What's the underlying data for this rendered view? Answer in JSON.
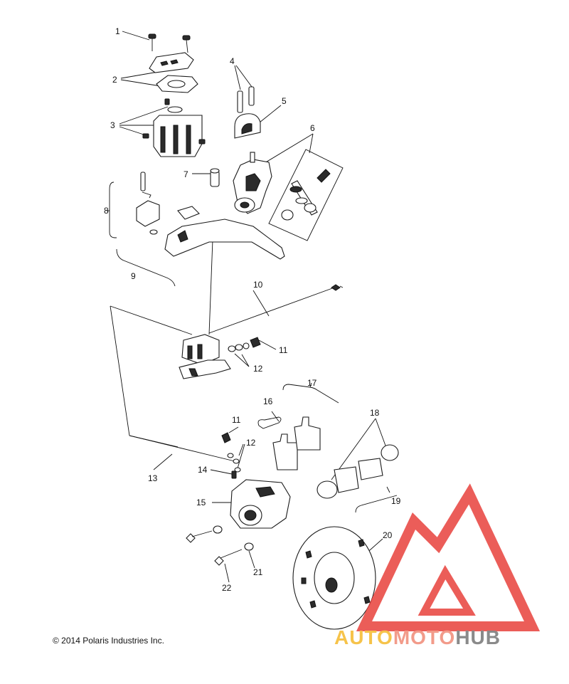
{
  "copyright": "© 2014 Polaris Industries Inc.",
  "watermark": {
    "auto": "AUTO",
    "moto": "MOTO",
    "hub": "HUB",
    "colors": {
      "auto": "#f6c34a",
      "moto": "#f29b8a",
      "hub": "#8a8a8a",
      "logo": "#e8413c"
    }
  },
  "callouts": [
    {
      "id": "c1",
      "text": "1"
    },
    {
      "id": "c2",
      "text": "2"
    },
    {
      "id": "c3",
      "text": "3"
    },
    {
      "id": "c4",
      "text": "4"
    },
    {
      "id": "c5",
      "text": "5"
    },
    {
      "id": "c6",
      "text": "6"
    },
    {
      "id": "c7",
      "text": "7"
    },
    {
      "id": "c8",
      "text": "8"
    },
    {
      "id": "c9",
      "text": "9"
    },
    {
      "id": "c10",
      "text": "10"
    },
    {
      "id": "c11a",
      "text": "11"
    },
    {
      "id": "c12a",
      "text": "12"
    },
    {
      "id": "c11b",
      "text": "11"
    },
    {
      "id": "c12b",
      "text": "12"
    },
    {
      "id": "c13",
      "text": "13"
    },
    {
      "id": "c14",
      "text": "14"
    },
    {
      "id": "c15",
      "text": "15"
    },
    {
      "id": "c16",
      "text": "16"
    },
    {
      "id": "c17",
      "text": "17"
    },
    {
      "id": "c18",
      "text": "18"
    },
    {
      "id": "c19",
      "text": "19"
    },
    {
      "id": "c20",
      "text": "20"
    },
    {
      "id": "c21",
      "text": "21"
    },
    {
      "id": "c22",
      "text": "22"
    }
  ]
}
